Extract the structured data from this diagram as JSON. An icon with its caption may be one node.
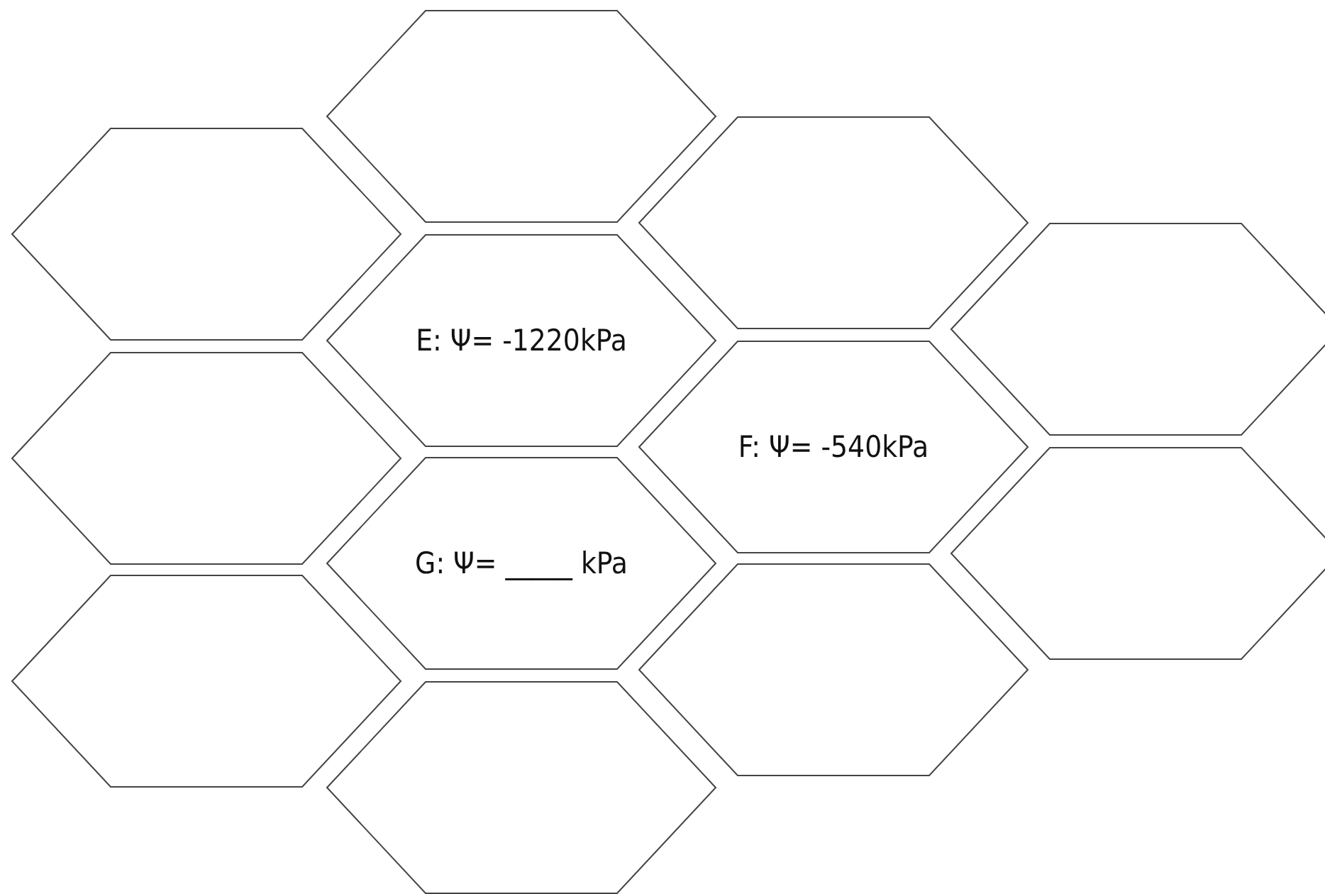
{
  "diagram": {
    "nodes": [
      {
        "text": [],
        "shape": "hexagon"
      },
      {
        "text": [],
        "shape": "hexagon"
      },
      {
        "text": [],
        "shape": "hexagon"
      },
      {
        "text": [],
        "shape": "hexagon"
      },
      {
        "text": [
          "E: Ψ= -1220kPa"
        ]
      },
      {
        "text": [
          "F: Ψ= -540kPa"
        ]
      },
      {
        "text": [],
        "shape": "hexagon"
      },
      {
        "text": [],
        "shape": "hexagon"
      },
      {
        "text": [
          "G: Ψ= _____ kPa"
        ]
      },
      {
        "text": [],
        "shape": "hexagon"
      },
      {
        "text": [],
        "shape": "hexagon"
      },
      {
        "text": [],
        "shape": "hexagon"
      }
    ],
    "edges": []
  }
}
